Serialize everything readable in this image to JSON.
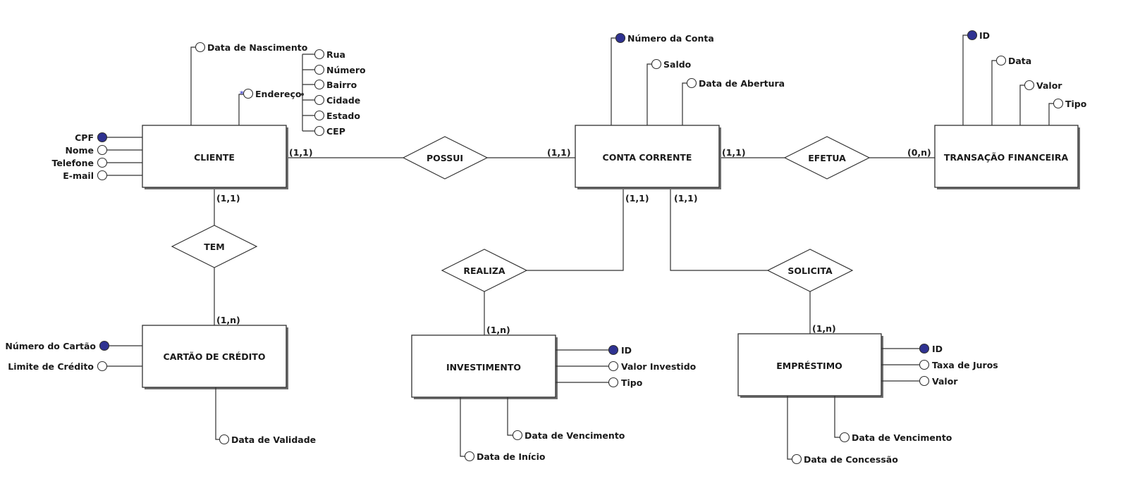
{
  "colors": {
    "identifier": "#2f3291",
    "line": "#303030",
    "shadow": "#6f6f6f"
  },
  "entities": {
    "cliente": "CLIENTE",
    "conta_corrente": "CONTA CORRENTE",
    "transacao": "TRANSAÇÃO FINANCEIRA",
    "cartao": "CARTÃO DE CRÉDITO",
    "investimento": "INVESTIMENTO",
    "emprestimo": "EMPRÉSTIMO"
  },
  "relationships": {
    "possui": "POSSUI",
    "efetua": "EFETUA",
    "tem": "TEM",
    "realiza": "REALIZA",
    "solicita": "SOLICITA"
  },
  "cardinalities": {
    "cliente_possui": "(1,1)",
    "conta_possui": "(1,1)",
    "conta_efetua": "(1,1)",
    "transacao_efetua": "(0,n)",
    "cliente_tem": "(1,1)",
    "cartao_tem": "(1,n)",
    "conta_realiza": "(1,1)",
    "investimento_realiza": "(1,n)",
    "conta_solicita": "(1,1)",
    "emprestimo_solicita": "(1,n)"
  },
  "attributes": {
    "cliente": {
      "data_nascimento": "Data de Nascimento",
      "endereco": "Endereço",
      "endereco_multivalued_mark": "*",
      "rua": "Rua",
      "numero": "Número",
      "bairro": "Bairro",
      "cidade": "Cidade",
      "estado": "Estado",
      "cep": "CEP",
      "cpf": "CPF",
      "nome": "Nome",
      "telefone": "Telefone",
      "email": "E-mail"
    },
    "conta_corrente": {
      "numero_conta": "Número da Conta",
      "saldo": "Saldo",
      "data_abertura": "Data de Abertura"
    },
    "transacao": {
      "id": "ID",
      "data": "Data",
      "valor": "Valor",
      "tipo": "Tipo"
    },
    "cartao": {
      "numero_cartao": "Número do Cartão",
      "limite_credito": "Limite de Crédito",
      "data_validade": "Data de Validade"
    },
    "investimento": {
      "id": "ID",
      "valor_investido": "Valor Investido",
      "tipo": "Tipo",
      "data_vencimento": "Data de Vencimento",
      "data_inicio": "Data de Início"
    },
    "emprestimo": {
      "id": "ID",
      "taxa_juros": "Taxa de Juros",
      "valor": "Valor",
      "data_vencimento": "Data de Vencimento",
      "data_concessao": "Data de Concessão"
    }
  }
}
